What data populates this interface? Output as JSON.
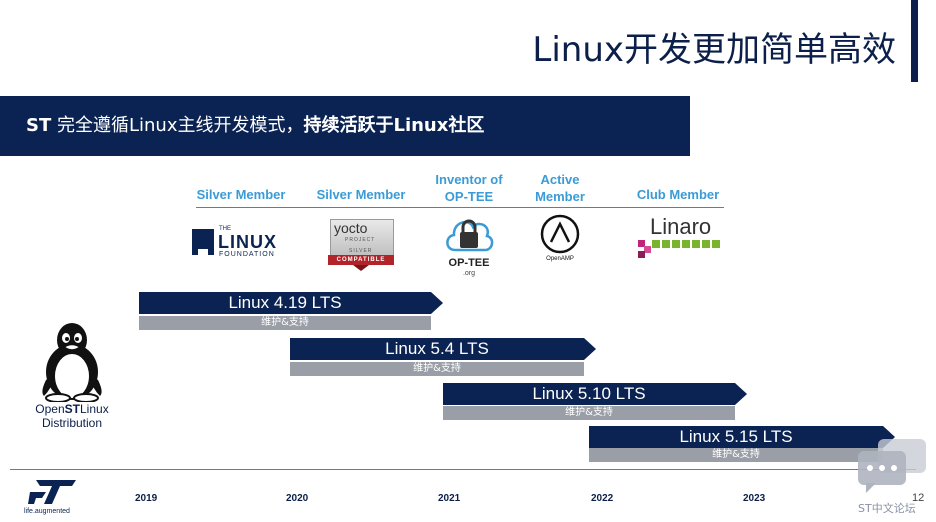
{
  "slide": {
    "title": "Linux开发更加简单高效",
    "banner_prefix": "ST",
    "banner_mid": " 完全遵循Linux主线开发模式，",
    "banner_bold": "持续活跃于Linux社区",
    "page_number": "12"
  },
  "members": [
    {
      "label": "Silver Member",
      "logo": "the-linux-foundation-logo",
      "logo_text_top": "THE",
      "logo_text_main": "LINUX",
      "logo_text_sub": "FOUNDATION"
    },
    {
      "label": "Silver Member",
      "logo": "yocto-project-logo",
      "logo_text_main": "yocto",
      "logo_text_sub": "PROJECT",
      "logo_text_tier": "SILVER",
      "logo_text_badge": "COMPATIBLE"
    },
    {
      "label_line1": "Inventor of",
      "label_line2": "OP-TEE",
      "logo": "op-tee-logo",
      "logo_text_main": "OP-TEE",
      "logo_text_sub": ".org"
    },
    {
      "label_line1": "Active",
      "label_line2": "Member",
      "logo": "openamp-logo",
      "logo_text_main": "OpenAMP"
    },
    {
      "label": "Club Member",
      "logo": "linaro-logo",
      "logo_text_main": "Linaro"
    }
  ],
  "lts": [
    {
      "version": "Linux 4.19 LTS",
      "support": "维护&支持"
    },
    {
      "version": "Linux 5.4 LTS",
      "support": "维护&支持"
    },
    {
      "version": "Linux 5.10 LTS",
      "support": "维护&支持"
    },
    {
      "version": "Linux 5.15 LTS",
      "support": "维护&支持"
    }
  ],
  "distribution": {
    "name_prefix": "Open",
    "name_bold": "ST",
    "name_suffix": "Linux",
    "line2": "Distribution",
    "icon": "tux-penguin-icon"
  },
  "timeline": {
    "years": [
      "2019",
      "2020",
      "2021",
      "2022",
      "2023"
    ]
  },
  "footer": {
    "tagline": "life.augmented",
    "logo": "st-logo",
    "watermark": "ST中文论坛",
    "watermark_icon": "chat-bubble-icon"
  },
  "colors": {
    "navy": "#0b2352",
    "accent_blue": "#3a9bd6",
    "support_gray": "#9a9ea6"
  }
}
